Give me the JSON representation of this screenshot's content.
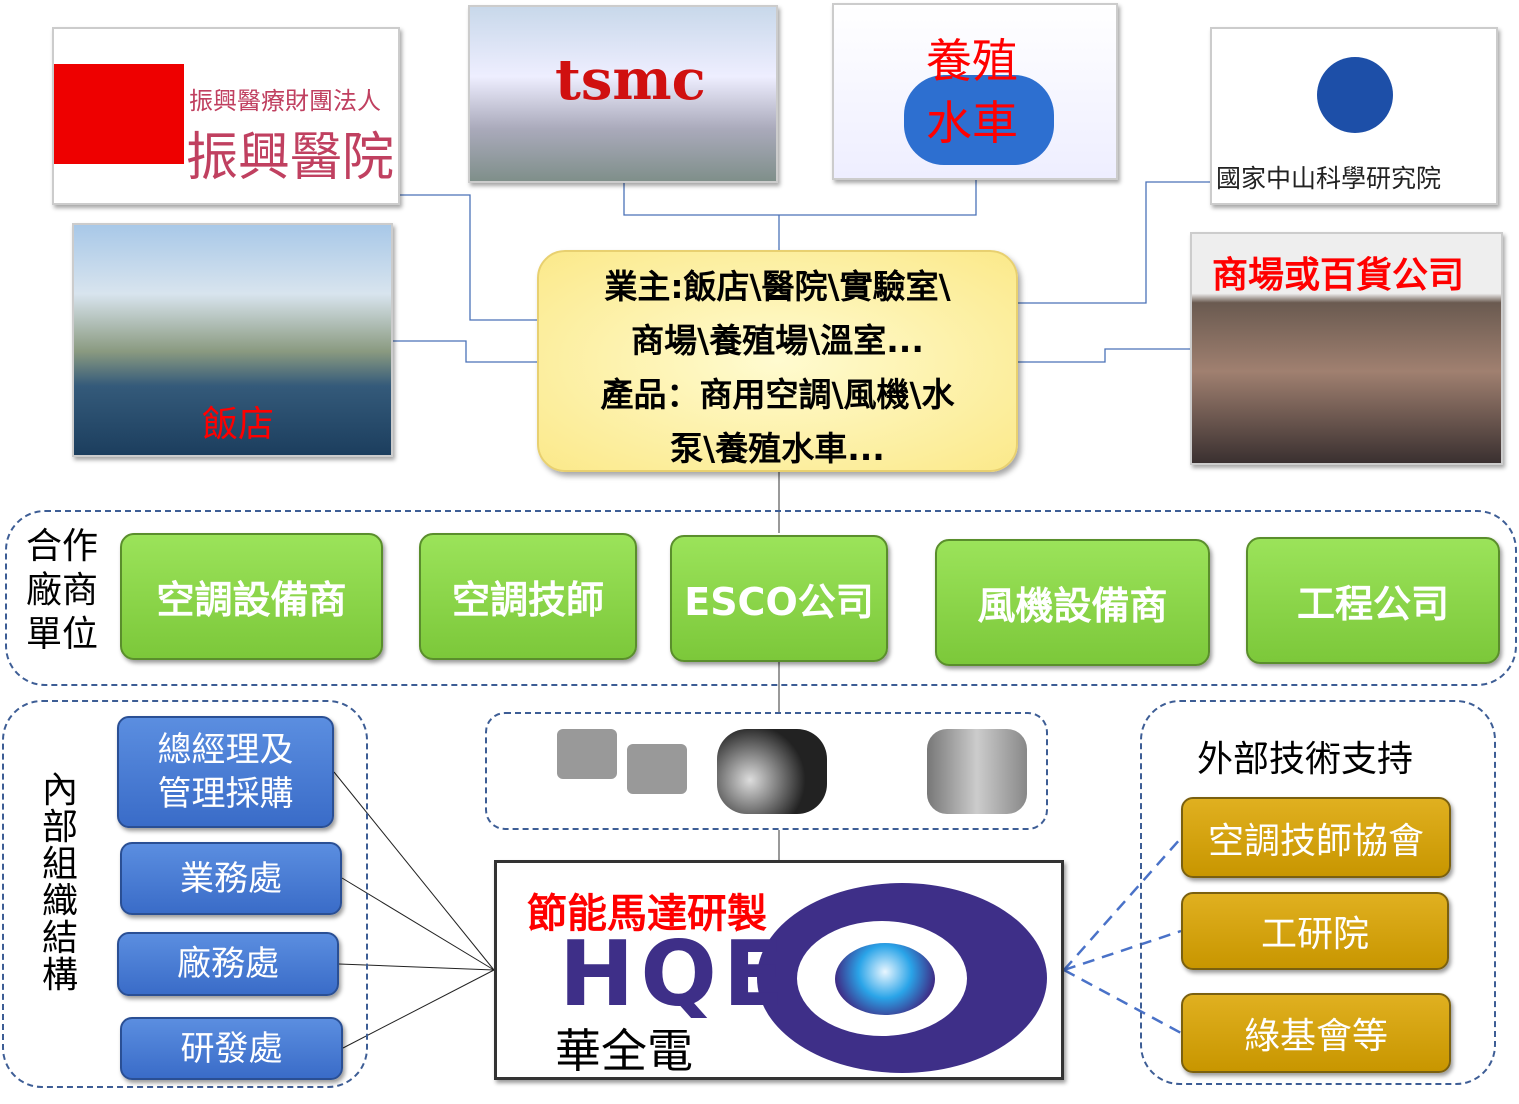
{
  "images": {
    "hospital": {
      "sub": "振興醫療財團法人",
      "name": "振興醫院"
    },
    "tsmc": {
      "name": "tsmc"
    },
    "aerator": {
      "line1": "養殖",
      "line2": "水車"
    },
    "ncsist": {
      "name": "國家中山科學研究院"
    },
    "hotel": {
      "name": "飯店"
    },
    "mall": {
      "name": "商場或百貨公司"
    }
  },
  "center": {
    "lines": [
      "業主:飯店\\醫院\\實驗室\\",
      "商場\\養殖場\\溫室...",
      "產品：商用空調\\風機\\水",
      "泵\\養殖水車..."
    ]
  },
  "partners": {
    "label": [
      "合作",
      "廠商",
      "單位"
    ],
    "items": [
      "空調設備商",
      "空調技師",
      "ESCO公司",
      "風機設備商",
      "工程公司"
    ]
  },
  "internal": {
    "label": "內部組織結構",
    "items": [
      "總經理及\n管理採購",
      "業務處",
      "廠務處",
      "研發處"
    ]
  },
  "company": {
    "tagline": "節能馬達研製",
    "logo": "HQE",
    "name": "華全電"
  },
  "external": {
    "label": "外部技術支持",
    "items": [
      "空調技師協會",
      "工研院",
      "綠基會等"
    ]
  },
  "colors": {
    "green": "#8ed54a",
    "blue": "#4a7dd6",
    "gold": "#d4a20c",
    "red": "#ff0000"
  }
}
